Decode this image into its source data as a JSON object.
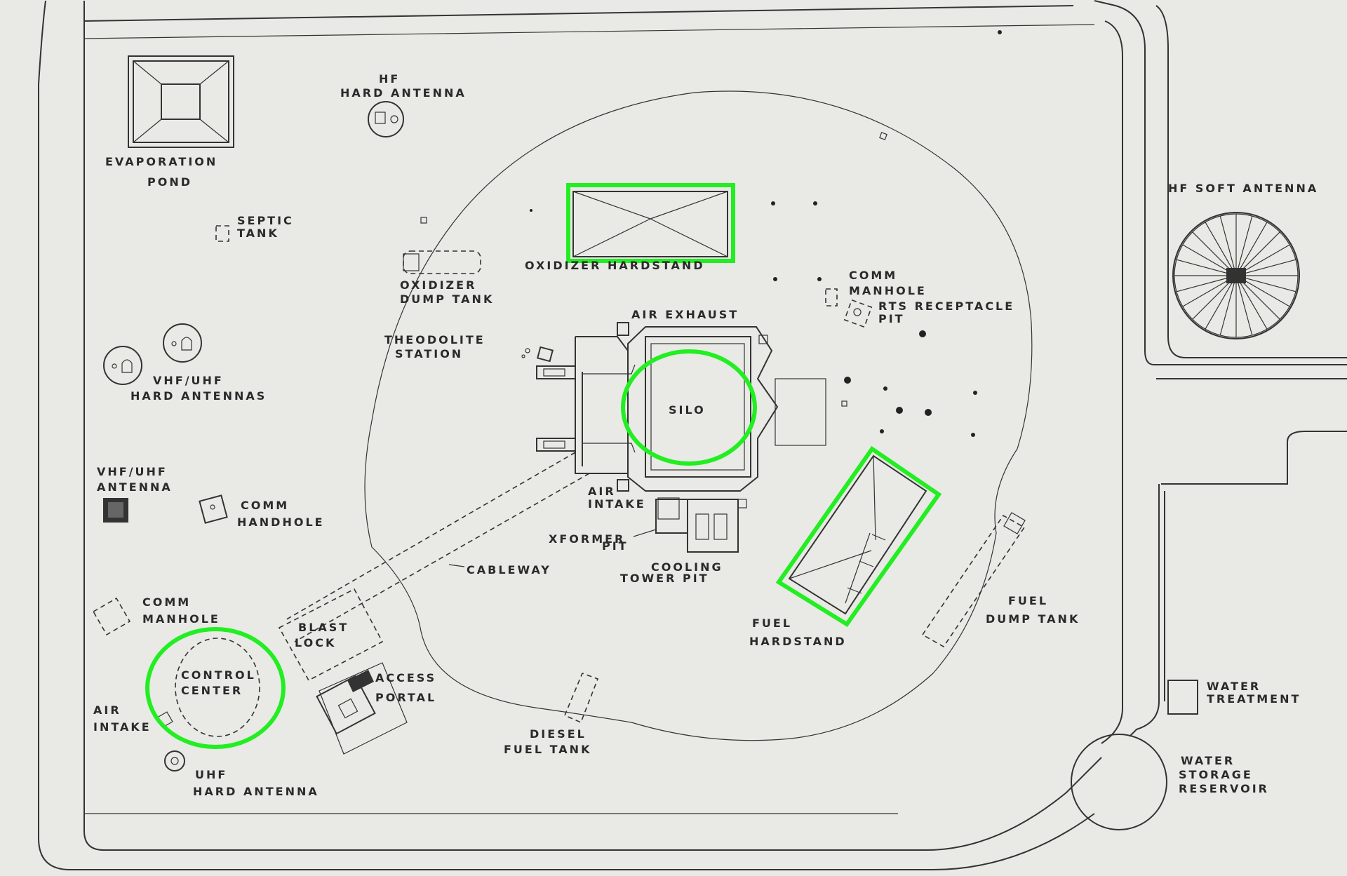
{
  "labels": {
    "evaporation_pond": [
      "EVAPORATION",
      "POND"
    ],
    "hf_hard_antenna": [
      "HF",
      "HARD ANTENNA"
    ],
    "septic_tank": [
      "SEPTIC",
      "TANK"
    ],
    "oxidizer_dump_tank": [
      "OXIDIZER",
      "DUMP TANK"
    ],
    "oxidizer_hardstand": "OXIDIZER HARDSTAND",
    "comm_manhole_right": [
      "COMM",
      "MANHOLE"
    ],
    "rts_receptacle_pit": [
      "RTS RECEPTACLE",
      "PIT"
    ],
    "hf_soft_antenna": "HF SOFT ANTENNA",
    "air_exhaust": "AIR EXHAUST",
    "theodolite_station": [
      "THEODOLITE",
      "STATION"
    ],
    "vhf_uhf_hard_antennas": [
      "VHF/UHF",
      "HARD ANTENNAS"
    ],
    "silo": "SILO",
    "vhf_uhf_antenna": [
      "VHF/UHF",
      "ANTENNA"
    ],
    "comm_handhole": [
      "COMM",
      "HANDHOLE"
    ],
    "air_intake_silo": [
      "AIR",
      "INTAKE"
    ],
    "xformer_pit": [
      "XFORMER",
      "PIT"
    ],
    "cableway": "CABLEWAY",
    "cooling_tower_pit": [
      "COOLING",
      "TOWER PIT"
    ],
    "comm_manhole_left": [
      "COMM",
      "MANHOLE"
    ],
    "blast_lock": [
      "BLAST",
      "LOCK"
    ],
    "fuel_hardstand": [
      "FUEL",
      "HARDSTAND"
    ],
    "fuel_dump_tank": [
      "FUEL",
      "DUMP TANK"
    ],
    "control_center": [
      "CONTROL",
      "CENTER"
    ],
    "access_portal": [
      "ACCESS",
      "PORTAL"
    ],
    "air_intake_control": [
      "AIR",
      "INTAKE"
    ],
    "diesel_fuel_tank": [
      "DIESEL",
      "FUEL TANK"
    ],
    "uhf_hard_antenna": [
      "UHF",
      "HARD ANTENNA"
    ],
    "water_treatment": [
      "WATER",
      "TREATMENT"
    ],
    "water_storage_reservoir": [
      "WATER",
      "STORAGE",
      "RESERVOIR"
    ]
  },
  "colors": {
    "highlight": "#22ee22",
    "ink": "#333333",
    "paper": "#e9e9e6"
  }
}
